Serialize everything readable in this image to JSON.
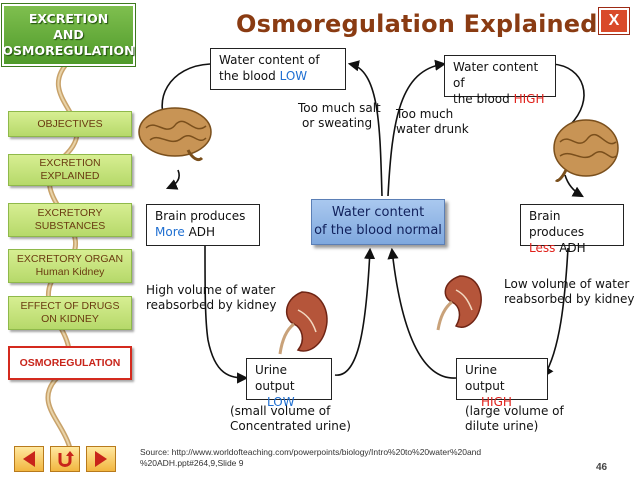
{
  "slide": {
    "title": "Osmoregulation Explained",
    "close_label": "X",
    "page_number": "46"
  },
  "sidebar": {
    "header_line1": "EXCRETION",
    "header_line2": "AND",
    "header_line3": "OSMOREGULATION",
    "items": [
      {
        "line1": "OBJECTIVES",
        "line2": ""
      },
      {
        "line1": "EXCRETION",
        "line2": "EXPLAINED"
      },
      {
        "line1": "EXCRETORY",
        "line2": "SUBSTANCES"
      },
      {
        "line1": "EXCRETORY ORGAN",
        "line2": "Human Kidney"
      },
      {
        "line1": "EFFECT OF DRUGS",
        "line2": "ON KIDNEY"
      },
      {
        "line1": "OSMOREGULATION",
        "line2": ""
      }
    ]
  },
  "diagram": {
    "low_blood": {
      "line1": "Water content of",
      "line2_prefix": "the blood ",
      "line2_highlight": "LOW"
    },
    "high_blood": {
      "line1": "Water content of",
      "line2_prefix": "the blood ",
      "line2_highlight": "HIGH"
    },
    "cause_low": {
      "line1": "Too much salt",
      "line2": "or sweating"
    },
    "cause_high": {
      "line1": "Too much",
      "line2": "water drunk"
    },
    "brain_left": {
      "line1": "Brain produces",
      "highlight": "More",
      "suffix": " ADH"
    },
    "brain_right": {
      "line1": "Brain produces",
      "highlight": "Less",
      "suffix": " ADH"
    },
    "center": {
      "line1": "Water content",
      "line2": "of the blood normal"
    },
    "reabsorb_high": {
      "line1": "High volume of water",
      "line2": "reabsorbed by kidney"
    },
    "reabsorb_low": {
      "line1": "Low volume of water",
      "line2": "reabsorbed by kidney"
    },
    "urine_low": {
      "line1": "Urine output",
      "line2": "LOW"
    },
    "urine_high": {
      "line1": "Urine output",
      "line2": "HIGH"
    },
    "urine_low_note": {
      "line1": "(small volume of",
      "line2": "Concentrated urine)"
    },
    "urine_high_note": {
      "line1": "(large volume of",
      "line2": "dilute urine)"
    }
  },
  "source": {
    "line1": "Source: http://www.worldofteaching.com/powerpoints/biology/Intro%20to%20water%20and",
    "line2": "%20ADH.ppt#264,9,Slide 9"
  },
  "colors": {
    "title": "#8a3b12",
    "accent_red": "#e0201a",
    "accent_blue": "#1f6fd1",
    "sidebar_button": "#c8e47e",
    "center_box": "#93b8e6"
  },
  "icons": [
    "brain-image",
    "kidney-image",
    "previous-arrow-icon",
    "return-icon",
    "next-arrow-icon",
    "close-icon"
  ]
}
